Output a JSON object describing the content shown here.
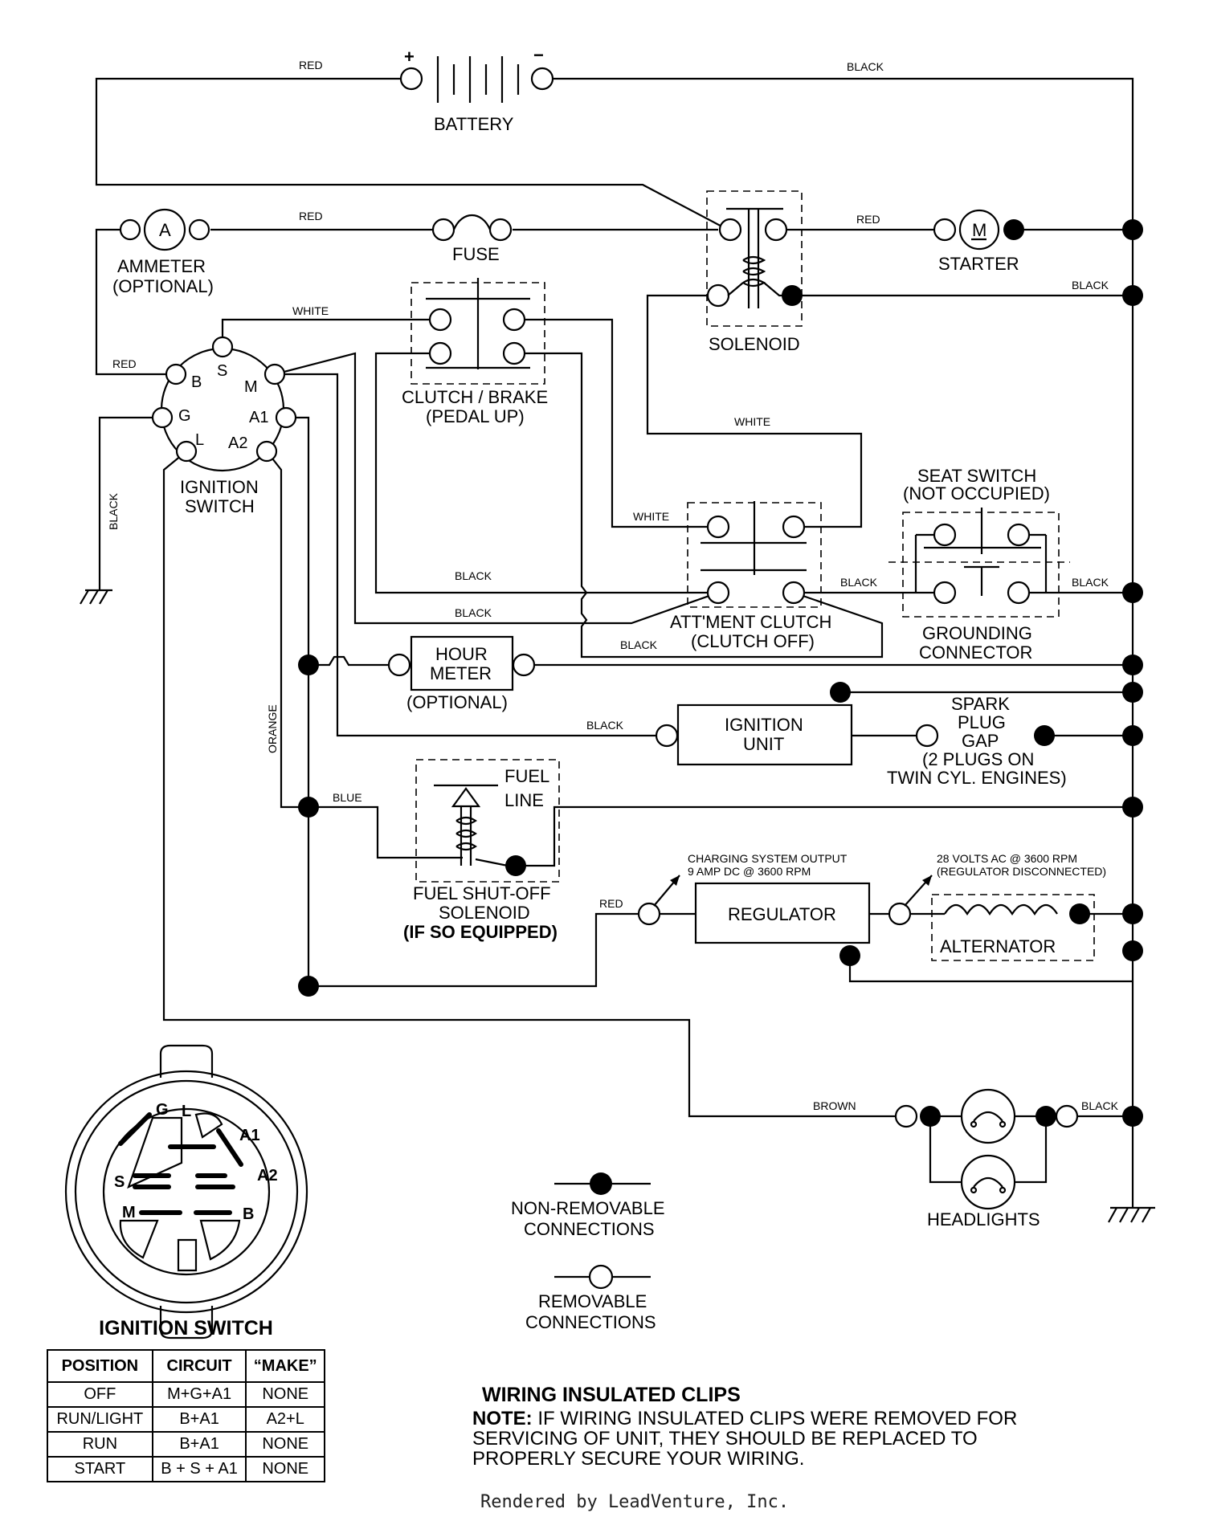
{
  "components": {
    "battery": "BATTERY",
    "battery_plus": "+",
    "battery_minus": "−",
    "ammeter": [
      "AMMETER",
      "(OPTIONAL)"
    ],
    "ammeter_symbol": "A",
    "fuse": "FUSE",
    "solenoid": "SOLENOID",
    "starter": "STARTER",
    "starter_symbol": "M",
    "clutch_brake": [
      "CLUTCH / BRAKE",
      "(PEDAL UP)"
    ],
    "ignition_switch": [
      "IGNITION",
      "SWITCH"
    ],
    "seat_switch": [
      "SEAT SWITCH",
      "(NOT OCCUPIED)"
    ],
    "attachment_clutch": [
      "ATT'MENT CLUTCH",
      "(CLUTCH OFF)"
    ],
    "grounding_connector": [
      "GROUNDING",
      "CONNECTOR"
    ],
    "hour_meter": [
      "HOUR",
      "METER"
    ],
    "hour_meter_note": "(OPTIONAL)",
    "ignition_unit": [
      "IGNITION",
      "UNIT"
    ],
    "spark_plug": [
      "SPARK",
      "PLUG",
      "GAP",
      "(2 PLUGS ON",
      "TWIN CYL. ENGINES)"
    ],
    "fuel_line": [
      "FUEL",
      "LINE"
    ],
    "fuel_solenoid": [
      "FUEL SHUT-OFF",
      "SOLENOID"
    ],
    "fuel_solenoid_note": "(IF SO EQUIPPED)",
    "charging_output": [
      "CHARGING SYSTEM OUTPUT",
      "9 AMP DC @ 3600 RPM"
    ],
    "alternator_output": [
      "28 VOLTS AC @ 3600 RPM",
      "(REGULATOR DISCONNECTED)"
    ],
    "regulator": "REGULATOR",
    "alternator": "ALTERNATOR",
    "headlights": "HEADLIGHTS"
  },
  "ignition_pins": [
    "B",
    "S",
    "M",
    "G",
    "A1",
    "L",
    "A2"
  ],
  "wire_colors": {
    "red": "RED",
    "black": "BLACK",
    "white": "WHITE",
    "orange": "ORANGE",
    "blue": "BLUE",
    "brown": "BROWN"
  },
  "legend": {
    "non_removable": [
      "NON-REMOVABLE",
      "CONNECTIONS"
    ],
    "removable": [
      "REMOVABLE",
      "CONNECTIONS"
    ]
  },
  "switch_face": {
    "pins": [
      "G",
      "L",
      "A1",
      "S",
      "A2",
      "M",
      "B"
    ]
  },
  "ignition_table": {
    "title": "IGNITION SWITCH",
    "headers": [
      "POSITION",
      "CIRCUIT",
      "“MAKE”"
    ],
    "rows": [
      [
        "OFF",
        "M+G+A1",
        "NONE"
      ],
      [
        "RUN/LIGHT",
        "B+A1",
        "A2+L"
      ],
      [
        "RUN",
        "B+A1",
        "NONE"
      ],
      [
        "START",
        "B + S + A1",
        "NONE"
      ]
    ]
  },
  "clips": {
    "title": "WIRING INSULATED CLIPS",
    "note_label": "NOTE:",
    "note_text": " IF WIRING INSULATED CLIPS WERE REMOVED FOR SERVICING OF UNIT, THEY SHOULD BE REPLACED TO PROPERLY SECURE YOUR WIRING."
  },
  "footer": "Rendered by LeadVenture, Inc."
}
